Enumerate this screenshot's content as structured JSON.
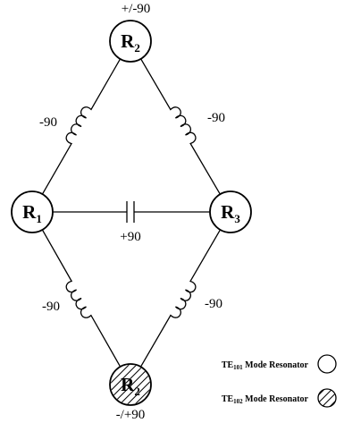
{
  "nodes": {
    "r2_top": {
      "main": "R",
      "sub": "2",
      "type": "TE101"
    },
    "r1": {
      "main": "R",
      "sub": "1",
      "type": "TE101"
    },
    "r3": {
      "main": "R",
      "sub": "3",
      "type": "TE101"
    },
    "r2_bottom": {
      "main": "R",
      "sub": "2",
      "type": "TE102"
    }
  },
  "couplings": {
    "r2_top_phase": "+/-90",
    "r2_bottom_phase": "-/+90",
    "upper_left": "-90",
    "upper_right": "-90",
    "lower_left": "-90",
    "lower_right": "-90",
    "center_capacitor": "+90"
  },
  "legend": {
    "te101": {
      "prefix": "TE",
      "sub": "101",
      "suffix": " Mode Resonator"
    },
    "te102": {
      "prefix": "TE",
      "sub": "102",
      "suffix": " Mode Resonator"
    }
  },
  "colors": {
    "stroke": "#000000",
    "background": "#ffffff"
  },
  "icons": {
    "te101": "empty-circle-icon",
    "te102": "hatched-circle-icon"
  }
}
